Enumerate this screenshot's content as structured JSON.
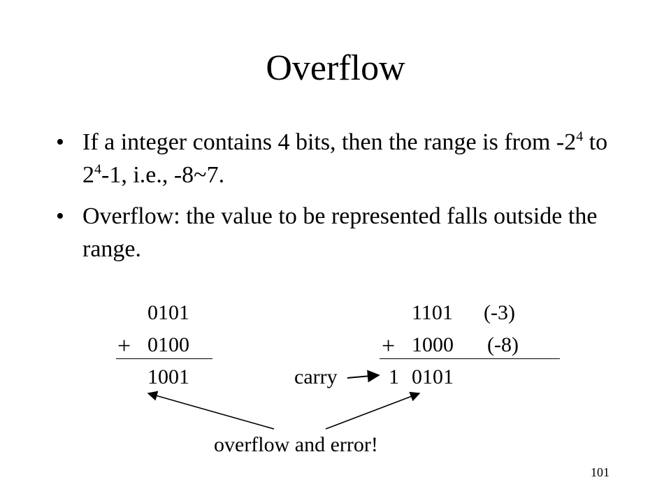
{
  "slide": {
    "title": "Overflow",
    "bullet_marker": "•",
    "bullets": [
      {
        "parts": {
          "a": "If a integer contains 4 bits, then the range is from -2",
          "sup1": "4",
          "b": " to 2",
          "sup2": "4",
          "c": "-1, i.e., -8~7."
        }
      },
      {
        "text": "Overflow: the value to be represented falls outside the range."
      }
    ],
    "example1": {
      "operand1": "0101",
      "operand2": "0100",
      "operator": "+",
      "result": "1001"
    },
    "example2": {
      "operand1": "1101",
      "operand1_note": "(-3)",
      "operand2": "1000",
      "operand2_note": "(-8)",
      "operator": "+",
      "carry_label": "carry",
      "carry_bit": "1",
      "result": "0101"
    },
    "caption": "overflow and error!",
    "page_number": "101"
  }
}
